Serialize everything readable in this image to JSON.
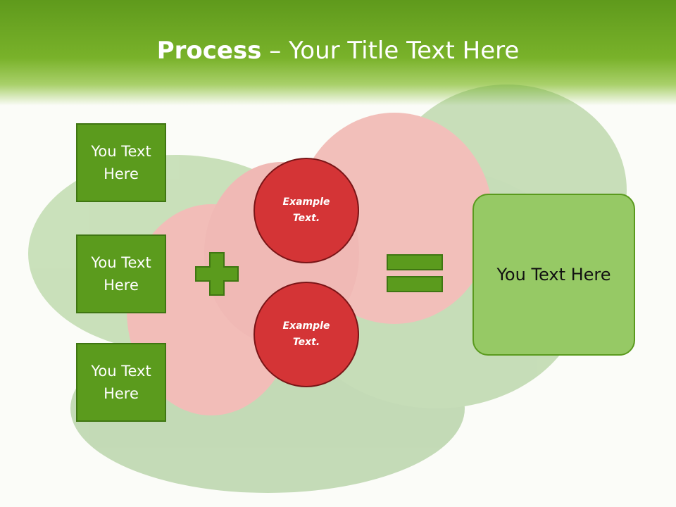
{
  "slide": {
    "title_bold": "Process",
    "title_rest": " – Your Title Text Here"
  },
  "left_boxes": [
    {
      "label": "You Text Here"
    },
    {
      "label": "You Text Here"
    },
    {
      "label": "You Text Here"
    }
  ],
  "circles": [
    {
      "label": "Example Text."
    },
    {
      "label": "Example Text."
    }
  ],
  "result": {
    "label": "You Text Here"
  },
  "colors": {
    "header_green": "#6ea826",
    "box_green": "#5b9b1d",
    "circle_red": "#d43436",
    "result_green": "#96c965"
  },
  "icons": [
    "plus-icon",
    "equals-icon"
  ]
}
